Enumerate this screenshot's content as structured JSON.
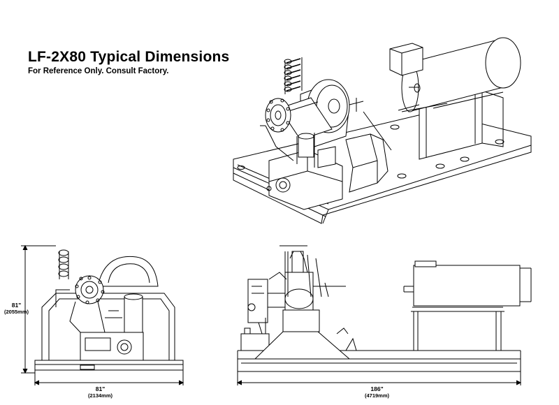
{
  "header": {
    "title": "LF-2X80 Typical Dimensions",
    "subtitle": "For Reference Only. Consult Factory."
  },
  "front_view": {
    "height_label": "81\"",
    "height_metric": "(2055mm)",
    "width_label": "81\"",
    "width_metric": "(2134mm)"
  },
  "side_view": {
    "length_label": "186\"",
    "length_metric": "(4719mm)"
  },
  "colors": {
    "line": "#000000",
    "background": "#ffffff"
  }
}
